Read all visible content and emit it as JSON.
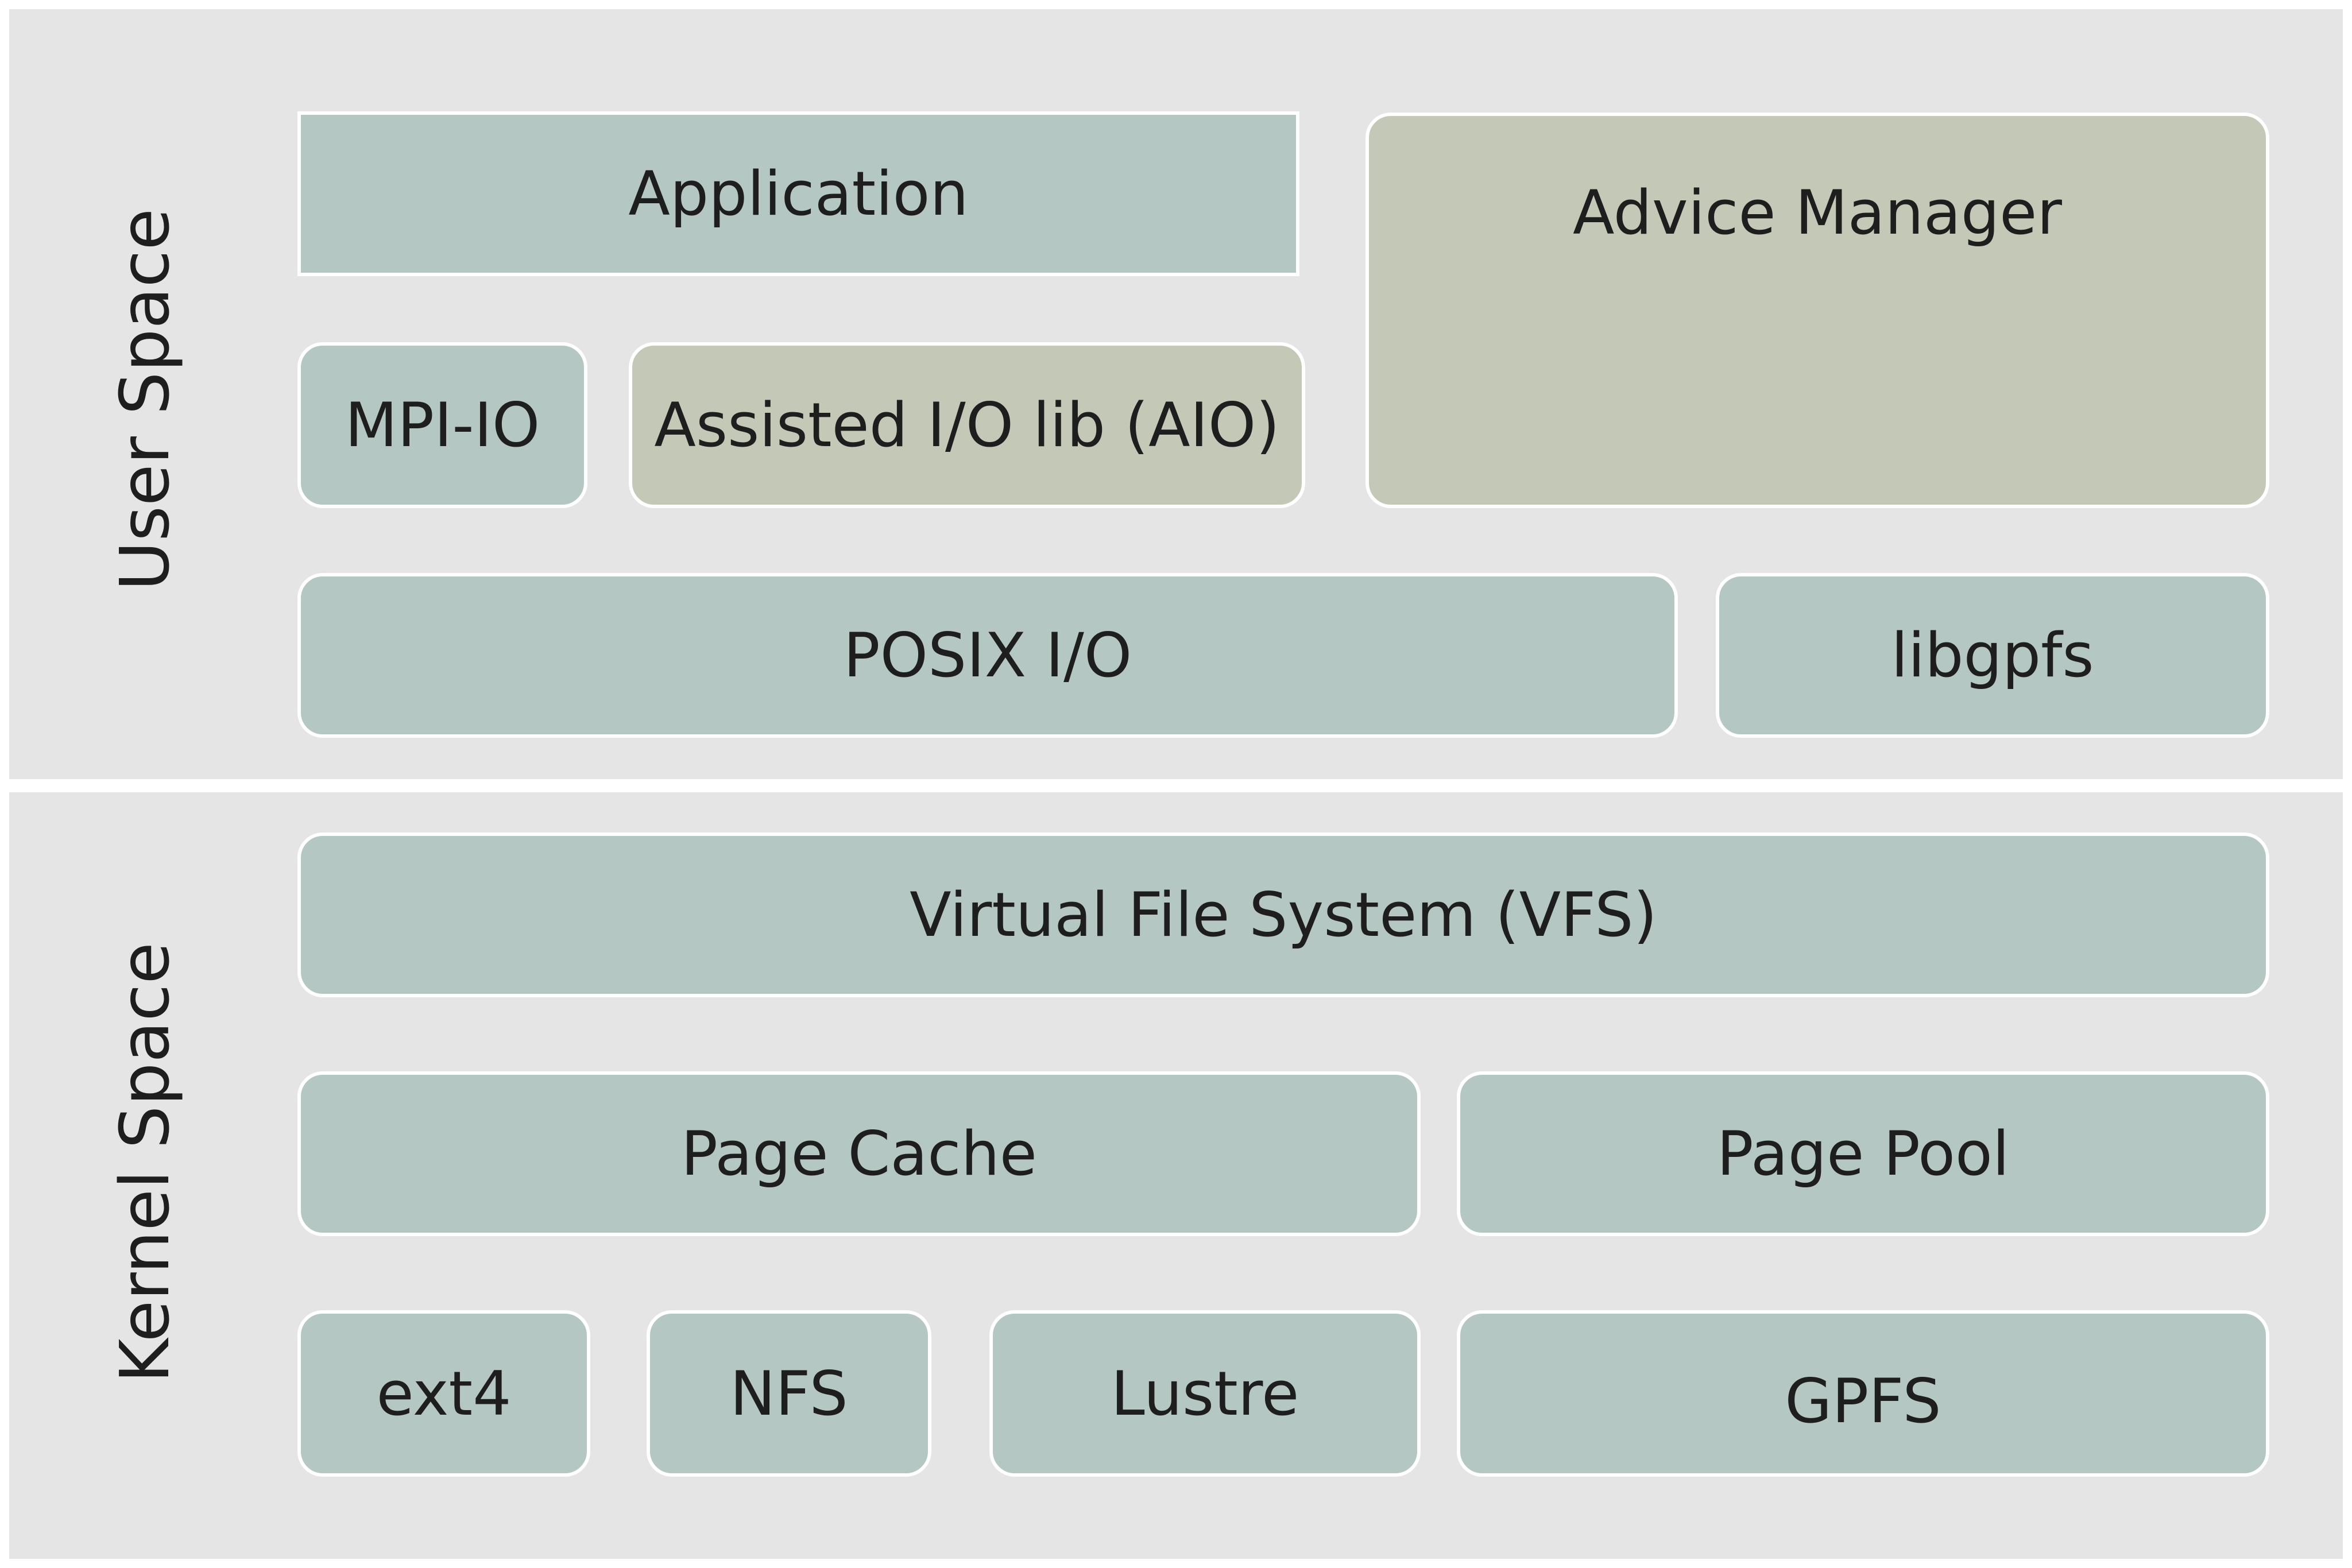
{
  "regions": {
    "user_space": "User Space",
    "kernel_space": "Kernel Space"
  },
  "boxes": {
    "application": "Application",
    "advice_manager": "Advice Manager",
    "mpi_io": "MPI-IO",
    "assisted_io_lib": "Assisted I/O lib (AIO)",
    "posix_io": "POSIX I/O",
    "libgpfs": "libgpfs",
    "vfs": "Virtual File System (VFS)",
    "page_cache": "Page Cache",
    "page_pool": "Page Pool",
    "ext4": "ext4",
    "nfs": "NFS",
    "lustre": "Lustre",
    "gpfs": "GPFS"
  },
  "colors": {
    "background": "#e5e5e5",
    "component_teal": "#b5c7c3",
    "component_olive": "#c3c9b6",
    "border": "#ffffff",
    "text": "#1e1e1e"
  }
}
